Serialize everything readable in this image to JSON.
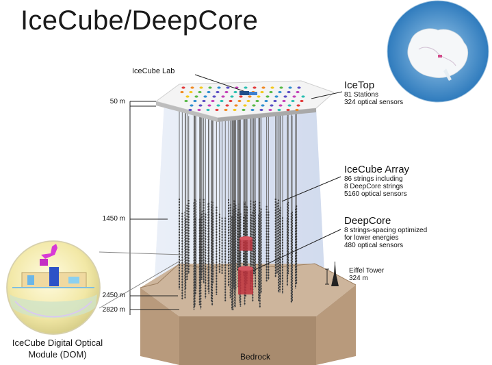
{
  "title": "IceCube/DeepCore",
  "lab": {
    "label": "IceCube Lab"
  },
  "icetop": {
    "heading": "IceTop",
    "line1": "81 Stations",
    "line2": "324 optical sensors"
  },
  "array": {
    "heading": "IceCube Array",
    "line1": "86 strings including",
    "line2": "8 DeepCore strings",
    "line3": "5160 optical sensors"
  },
  "deepcore": {
    "heading": "DeepCore",
    "line1": "8 strings-spacing optimized",
    "line2": "for lower energies",
    "line3": "480 optical sensors"
  },
  "eiffel": {
    "line1": "Eiffel Tower",
    "line2": "324 m"
  },
  "depths": [
    "50 m",
    "1450 m",
    "2450 m",
    "2820 m"
  ],
  "bedrock": "Bedrock",
  "dom": {
    "line1": "IceCube Digital Optical",
    "line2": "Module (DOM)"
  },
  "colors": {
    "ice": "#dfe6f4",
    "ground": "#c3a98f",
    "deepcore_red": "#c0323d",
    "dom_magenta": "#d83ad6",
    "globe_ocean": "#3c89c8"
  },
  "icons": [
    "antarctica-globe",
    "eiffel-tower-icon",
    "dom-sphere-icon"
  ]
}
